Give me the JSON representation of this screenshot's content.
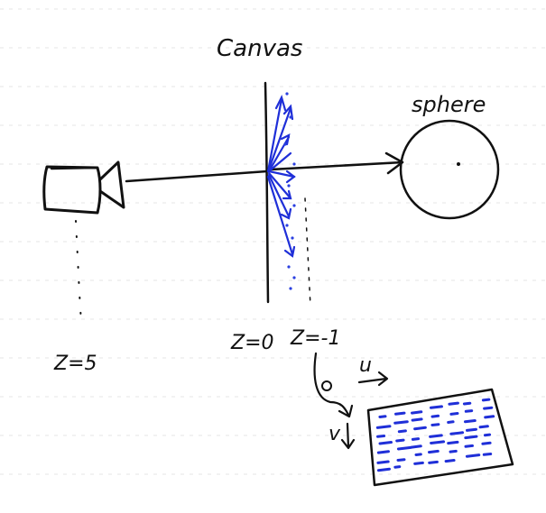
{
  "labels": {
    "canvas": "Canvas",
    "sphere": "sphere",
    "z_camera": "Z=5",
    "z_canvas": "Z=0",
    "z_plus": "Z=-1",
    "u": "u",
    "v": "v"
  },
  "colors": {
    "ink": "#111111",
    "blue": "#1f2fd8",
    "ruled": "#e6e6e6",
    "dots": "#2a3fe0"
  },
  "icons": {
    "camera": "camera-icon"
  }
}
